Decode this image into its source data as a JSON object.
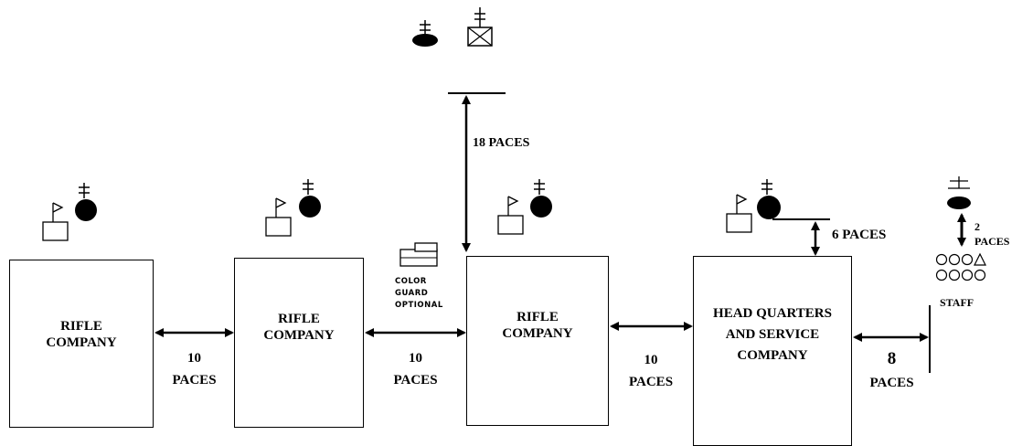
{
  "units": [
    {
      "line1": "RIFLE",
      "line2": "COMPANY",
      "line3": ""
    },
    {
      "line1": "RIFLE",
      "line2": "COMPANY",
      "line3": ""
    },
    {
      "line1": "RIFLE",
      "line2": "COMPANY",
      "line3": ""
    },
    {
      "line1": "HEAD QUARTERS",
      "line2": "AND SERVICE",
      "line3": "COMPANY"
    }
  ],
  "spacings": [
    {
      "num": "10",
      "unit": "PACES"
    },
    {
      "num": "10",
      "unit": "PACES"
    },
    {
      "num": "10",
      "unit": "PACES"
    },
    {
      "num": "8",
      "unit": "PACES"
    }
  ],
  "front_distance": "18 PACES",
  "hq_distance": "6 PACES",
  "staff_distance": {
    "num": "2",
    "unit": "PACES"
  },
  "staff_label": "STAFF",
  "color_guard": {
    "line1": "COLOR",
    "line2": "GUARD",
    "line3": "OPTIONAL"
  }
}
